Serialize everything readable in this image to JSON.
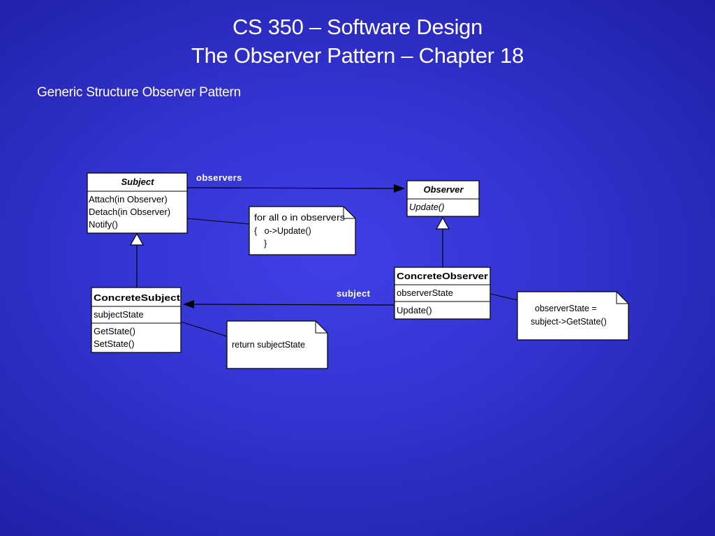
{
  "slide": {
    "title_line1": "CS 350 – Software Design",
    "title_line2": "The Observer Pattern – Chapter 18",
    "subtitle": "Generic Structure Observer Pattern"
  },
  "diagram": {
    "subject": {
      "name": "Subject",
      "operations": [
        "Attach(in Observer)",
        "Detach(in Observer)",
        "Notify()"
      ]
    },
    "observer": {
      "name": "Observer",
      "operations": [
        "Update()"
      ]
    },
    "concrete_subject": {
      "name": "ConcreteSubject",
      "attributes": [
        "subjectState"
      ],
      "operations": [
        "GetState()",
        "SetState()"
      ]
    },
    "concrete_observer": {
      "name": "ConcreteObserver",
      "attributes": [
        "observerState"
      ],
      "operations": [
        "Update()"
      ]
    },
    "note_notify": [
      "for all o in observers",
      "{   o->Update()",
      "}"
    ],
    "note_getstate": [
      "return subjectState"
    ],
    "note_update": [
      "observerState =",
      "subject->GetState()"
    ],
    "label_observers": "observers",
    "label_subject": "subject"
  }
}
